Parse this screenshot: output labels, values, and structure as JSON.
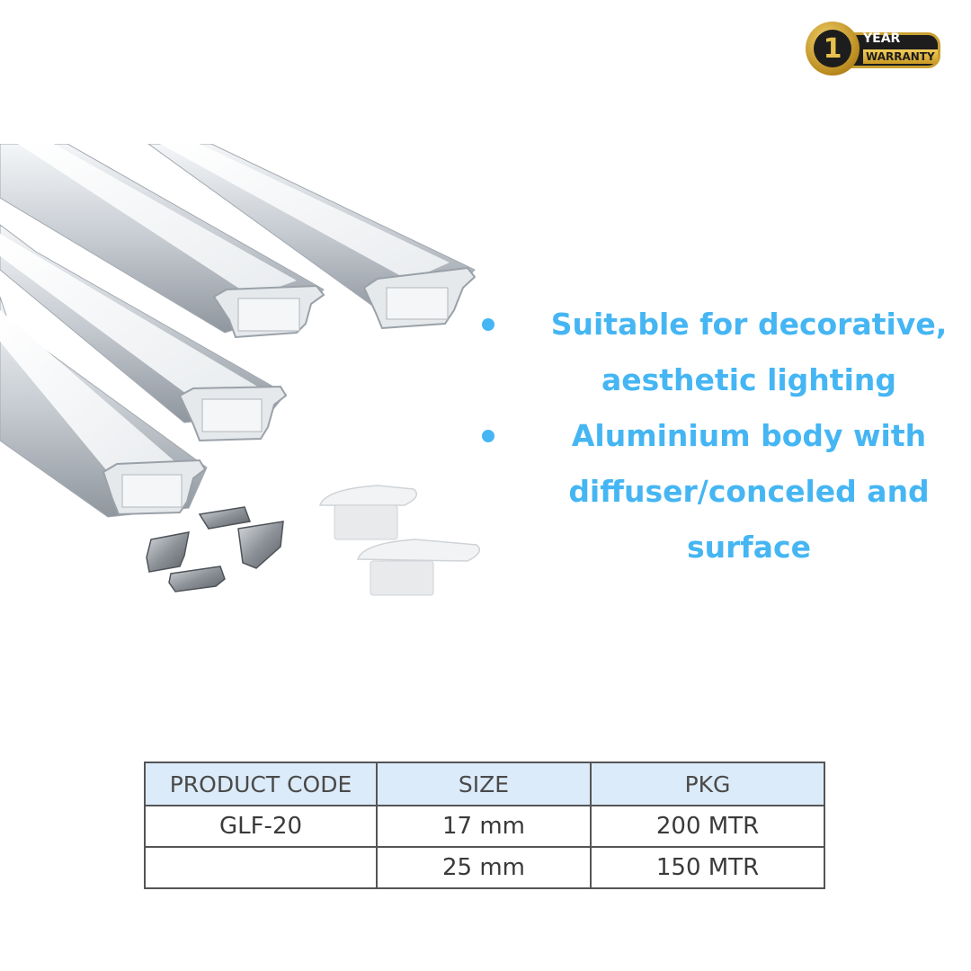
{
  "badge": {
    "number": "1",
    "line1": "YEAR",
    "line2": "WARRANTY"
  },
  "product_image": {
    "icon": "aluminium-led-profile-icon"
  },
  "features": [
    "Suitable for decorative, aesthetic lighting",
    "Aluminium body with diffuser/conceled and surface"
  ],
  "table": {
    "headers": [
      "PRODUCT CODE",
      "SIZE",
      "PKG"
    ],
    "rows": [
      [
        "GLF-20",
        "17 mm",
        "200 MTR"
      ],
      [
        "",
        "25 mm",
        "150 MTR"
      ]
    ]
  },
  "colors": {
    "accent": "#45b6f3",
    "header_bg": "#dcebf9",
    "badge_gold": "#c9a032"
  }
}
